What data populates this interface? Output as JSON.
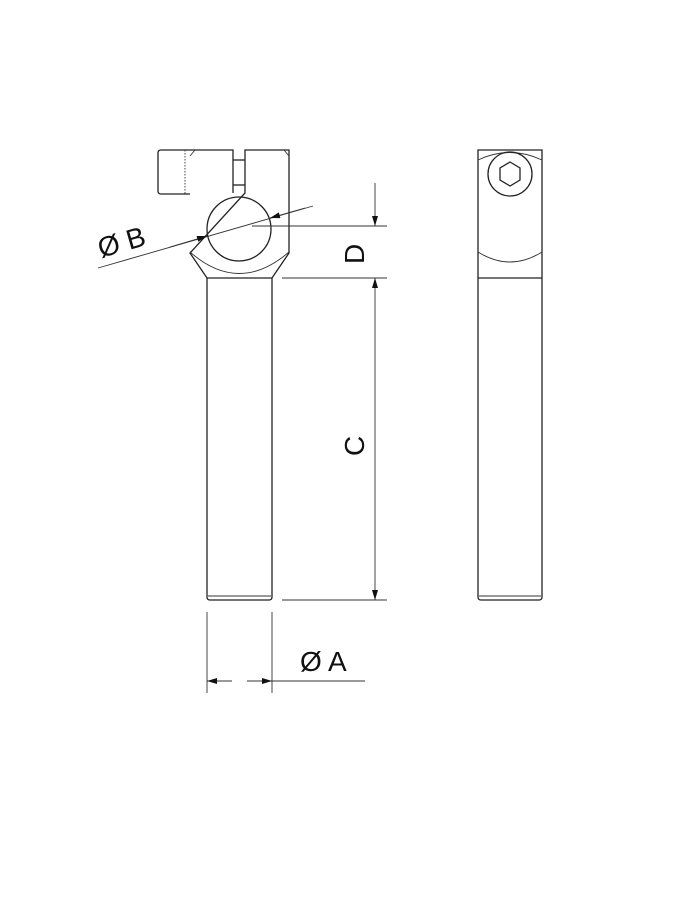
{
  "dimensions": {
    "dia_b": "Ø B",
    "d": "D",
    "c": "C",
    "dia_a": "Ø A"
  },
  "colors": {
    "line": "#222222",
    "background": "#ffffff"
  }
}
